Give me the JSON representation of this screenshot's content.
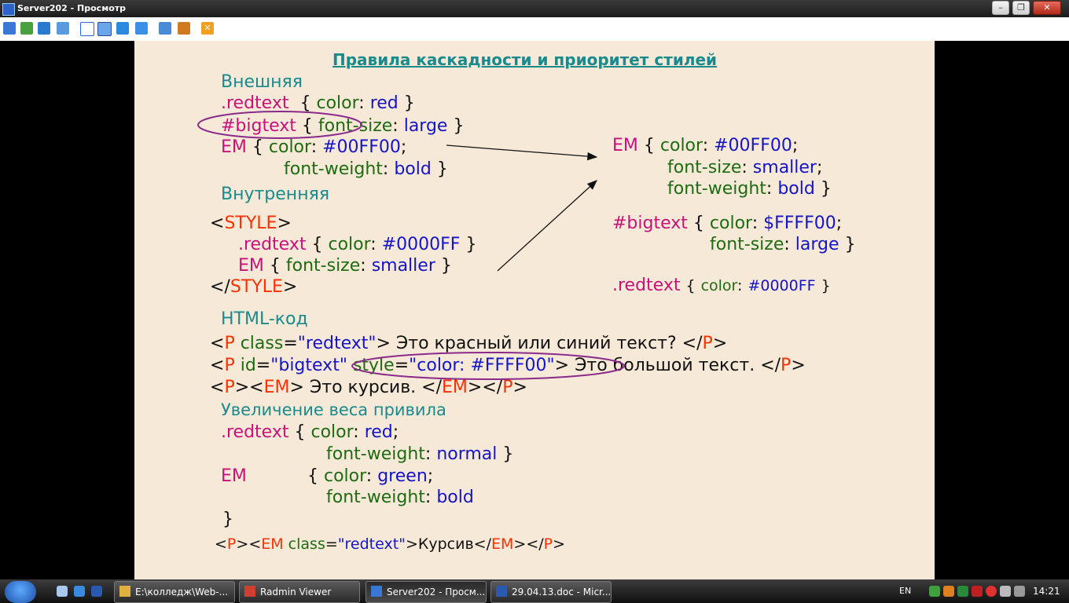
{
  "window": {
    "title": "Server202 - Просмотр"
  },
  "toolbar": {
    "icons": [
      "view-icon",
      "transfer-icon",
      "phone-icon",
      "chat-icon",
      "window-icon",
      "fullscreen-icon",
      "stretch-icon",
      "zoom-icon",
      "screenshot-icon",
      "tools-icon",
      "close-icon"
    ]
  },
  "slide": {
    "title": "Правила каскадности и приоритет стилей",
    "external_label": "Внешняя",
    "ext_rule1": {
      "sel": ".redtext",
      "open": "{",
      "prop": "color",
      "colon": ":",
      "val": "red",
      "close": "}"
    },
    "ext_rule2": {
      "sel": "#bigtext",
      "open": "{",
      "prop": "font-size",
      "colon": ":",
      "val": "large",
      "close": "}"
    },
    "ext_rule3": {
      "sel": "EM",
      "open": "{",
      "prop1": "color",
      "colon": ":",
      "val1": "#00FF00",
      "semi": ";",
      "prop2": "font-weight",
      "val2": "bold",
      "close": "}"
    },
    "internal_label": "Внутренняя",
    "style_open": {
      "lt": "<",
      "tag": "STYLE",
      "gt": ">"
    },
    "int_rule1": {
      "sel": ".redtext",
      "open": "{",
      "prop": "color",
      "colon": ":",
      "val": "#0000FF",
      "close": "}"
    },
    "int_rule2": {
      "sel": "EM",
      "open": "{",
      "prop": "font-size",
      "colon": ":",
      "val": "smaller",
      "close": "}"
    },
    "style_close": {
      "lt": "</",
      "tag": "STYLE",
      "gt": ">"
    },
    "result_em": {
      "sel": "EM",
      "open": "{",
      "prop1": "color",
      "colon": ":",
      "val1": "#00FF00",
      "semi": ";",
      "prop2": "font-size",
      "val2": "smaller",
      "prop3": "font-weight",
      "val3": "bold",
      "close": "}"
    },
    "result_big": {
      "sel": "#bigtext",
      "open": "{",
      "prop1": "color",
      "colon": ":",
      "val1": "$FFFF00",
      "semi": ";",
      "prop2": "font-size",
      "val2": "large",
      "close": "}"
    },
    "result_red": {
      "sel": ".redtext",
      "open": "{",
      "prop": "color",
      "colon": ":",
      "val": "#0000FF",
      "close": "}"
    },
    "html_label": "HTML-код",
    "html1": {
      "lt": "<",
      "tag": "P",
      "attr": " class",
      "eq": "=",
      "q1": "\"",
      "val": "redtext",
      "q2": "\"",
      "gt": ">",
      "text": " Это красный или синий текст? ",
      "cl": "</",
      "ctag": "P",
      "cgt": ">"
    },
    "html2": {
      "lt": "<",
      "tag": "P",
      "attr": " id",
      "eq": "=",
      "q1": "\"",
      "val": "bigtext",
      "q2": "\"",
      "attr2": " style",
      "eq2": "=",
      "q3": "\"",
      "val2": "color: #FFFF00",
      "q4": "\"",
      "gt": ">",
      "text": " Это большой текст. ",
      "cl": "</",
      "ctag": "P",
      "cgt": ">"
    },
    "html3": {
      "lt": "<",
      "tag": "P",
      "gt": ">",
      "lt2": "<",
      "tag2": "EM",
      "gt2": ">",
      "text": " Это курсив. ",
      "cl": "</",
      "ctag": "EM",
      "cgt": ">",
      "cl2": "</",
      "ctag2": "P",
      "cgt2": ">"
    },
    "weight_label": "Увеличение веса привила",
    "w1": {
      "sel": ".redtext",
      "open": "{",
      "prop1": "color",
      "colon": ":",
      "val1": "red",
      "semi": ";",
      "prop2": "font-weight",
      "val2": "normal",
      "close": "}"
    },
    "w2": {
      "sel": "EM",
      "open": "{",
      "prop1": "color",
      "colon": ":",
      "val1": "green",
      "semi": ";",
      "prop2": "font-weight",
      "val2": "bold"
    },
    "w_close": "}",
    "last": {
      "lt": "<",
      "tag": "P",
      "gt": ">",
      "lt2": "<",
      "tag2": "EM",
      "attr": " class",
      "eq": "=",
      "q1": "\"",
      "val": "redtext",
      "q2": "\"",
      "gt2": ">",
      "text": "Курсив",
      "cl": "</",
      "ctag": "EM",
      "cgt": ">",
      "cl2": "</",
      "ctag2": "P",
      "cgt2": ">"
    }
  },
  "taskbar": {
    "tasks": [
      {
        "label": "E:\\колледж\\Web-..."
      },
      {
        "label": "Radmin Viewer"
      },
      {
        "label": "Server202 - Просм..."
      },
      {
        "label": "29.04.13.doc - Micr..."
      }
    ],
    "lang": "EN",
    "clock": "14:21"
  }
}
